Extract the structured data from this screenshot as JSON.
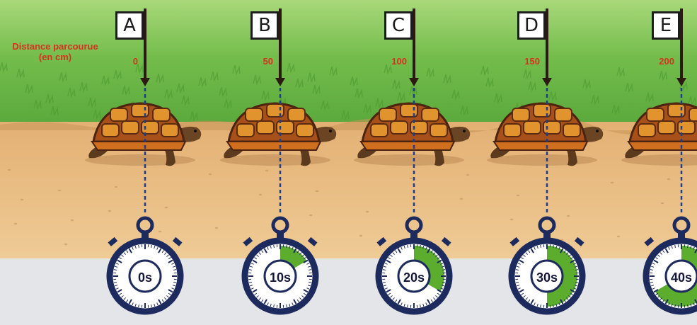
{
  "distance_title": "Distance parcourue (en cm)",
  "checkpoints": [
    {
      "letter": "A",
      "distance": "0",
      "time": "0s",
      "fraction": 0.0
    },
    {
      "letter": "B",
      "distance": "50",
      "time": "10s",
      "fraction": 0.1667
    },
    {
      "letter": "C",
      "distance": "100",
      "time": "20s",
      "fraction": 0.3333
    },
    {
      "letter": "D",
      "distance": "150",
      "time": "30s",
      "fraction": 0.5
    },
    {
      "letter": "E",
      "distance": "200",
      "time": "40s",
      "fraction": 0.6667
    }
  ],
  "colors": {
    "sky": "#c9e7a8",
    "grass": "#69b84a",
    "dirt": "#e8bf85",
    "floor": "#e4e5e9",
    "label_red": "#d8321e",
    "stopwatch_navy": "#1d2a5e",
    "progress_green": "#5cad2e",
    "dashed_line": "#1d3c8a"
  }
}
